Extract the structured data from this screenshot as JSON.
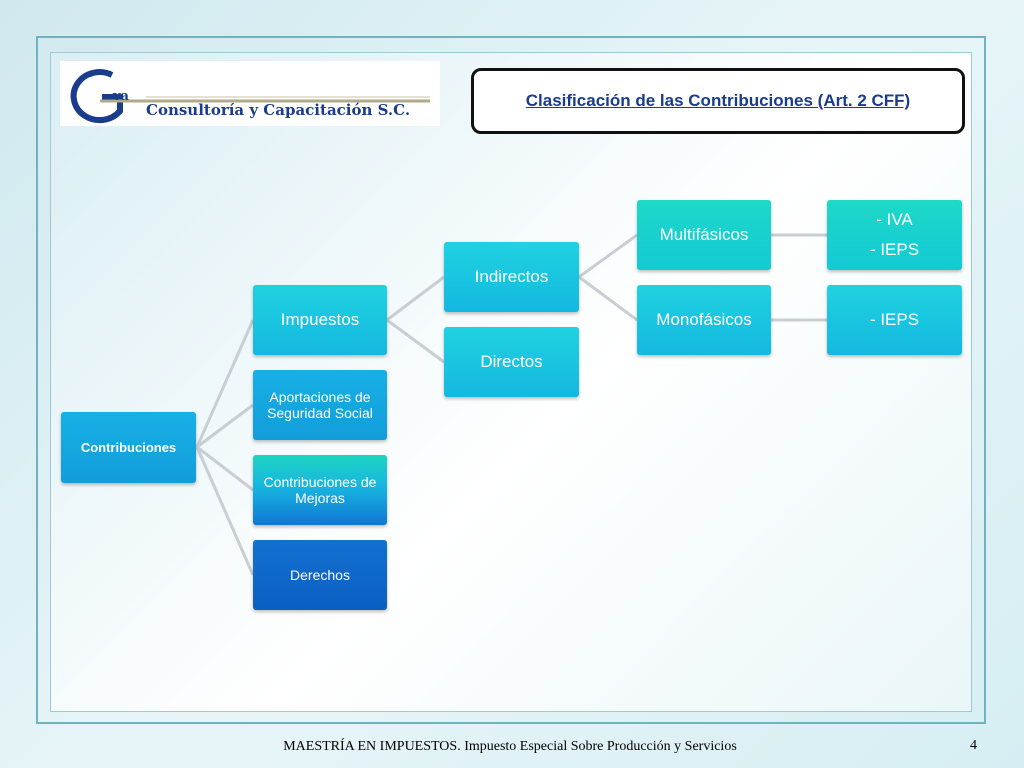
{
  "logo": {
    "initial": "va",
    "company": "Consultoría y Capacitación S.C."
  },
  "title": "Clasificación de las Contribuciones (Art. 2 CFF)",
  "nodes": {
    "root": "Contribuciones",
    "impuestos": "Impuestos",
    "aportaciones": "Aportaciones de Seguridad Social",
    "mejoras": "Contribuciones de Mejoras",
    "derechos": "Derechos",
    "indirectos": "Indirectos",
    "directos": "Directos",
    "multifasicos": "Multifásicos",
    "monofasicos": "Monofásicos",
    "multi_items": [
      "- IVA",
      "- IEPS"
    ],
    "mono_items": [
      "- IEPS"
    ]
  },
  "footer": {
    "text": "MAESTRÍA EN IMPUESTOS. Impuesto Especial Sobre Producción y Servicios",
    "page": "4"
  }
}
